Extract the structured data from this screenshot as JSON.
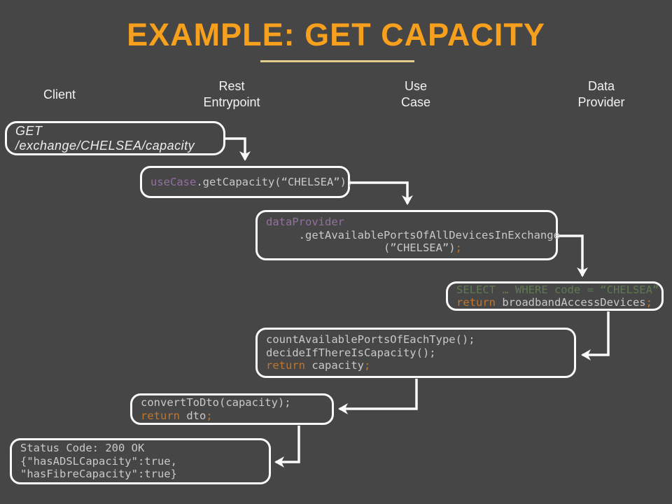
{
  "title": {
    "text": "EXAMPLE: GET CAPACITY"
  },
  "columns": [
    {
      "label": "Client"
    },
    {
      "label": "Rest\nEntrypoint"
    },
    {
      "label": "Use\nCase"
    },
    {
      "label": "Data\nProvider"
    }
  ],
  "request": {
    "text": "GET /exchange/CHELSEA/capacity"
  },
  "code_boxes": [
    {
      "name": "get-capacity-call",
      "lines": [
        [
          {
            "t": "useCase",
            "c": "purple"
          },
          {
            "t": ".getCapacity(“CHELSEA”);",
            "c": "plain"
          }
        ]
      ]
    },
    {
      "name": "get-available-ports-call",
      "lines": [
        [
          {
            "t": "dataProvider",
            "c": "purple"
          }
        ],
        [
          {
            "t": "     .getAvailablePortsOfAllDevicesInExchange",
            "c": "plain"
          }
        ],
        [
          {
            "t": "                  (”CHELSEA”)",
            "c": "plain"
          },
          {
            "t": ";",
            "c": "orange"
          }
        ]
      ]
    },
    {
      "name": "select-query",
      "lines": [
        [
          {
            "t": "SELECT … WHERE code = “CHELSEA”",
            "c": "green"
          }
        ],
        [
          {
            "t": "return",
            "c": "orange"
          },
          {
            "t": " broadbandAccessDevices",
            "c": "plain"
          },
          {
            "t": ";",
            "c": "orange"
          }
        ]
      ]
    },
    {
      "name": "count-ports",
      "lines": [
        [
          {
            "t": "countAvailablePortsOfEachType();",
            "c": "plain"
          }
        ],
        [
          {
            "t": "decideIfThereIsCapacity();",
            "c": "plain"
          }
        ],
        [
          {
            "t": "return",
            "c": "orange"
          },
          {
            "t": " capacity",
            "c": "plain"
          },
          {
            "t": ";",
            "c": "orange"
          }
        ]
      ]
    },
    {
      "name": "convert-to-dto",
      "lines": [
        [
          {
            "t": "convertToDto(capacity);",
            "c": "plain"
          }
        ],
        [
          {
            "t": "return",
            "c": "orange"
          },
          {
            "t": " dto",
            "c": "plain"
          },
          {
            "t": ";",
            "c": "orange"
          }
        ]
      ]
    },
    {
      "name": "response",
      "lines": [
        [
          {
            "t": "Status Code: 200 OK",
            "c": "plain"
          }
        ],
        [
          {
            "t": "{\"hasADSLCapacity\":true,",
            "c": "plain"
          }
        ],
        [
          {
            "t": "\"hasFibreCapacity\":true}",
            "c": "plain"
          }
        ]
      ]
    }
  ],
  "colors": {
    "background": "#464646",
    "title": "#F6A01E",
    "underline": "#E3CD8D",
    "header-text": "#F2F2F2",
    "stroke": "#FAFAFA",
    "code-plain": "#C9C9C9",
    "code-purple": "#92709F",
    "code-orange": "#C0762E",
    "code-green": "#5E7A50"
  }
}
